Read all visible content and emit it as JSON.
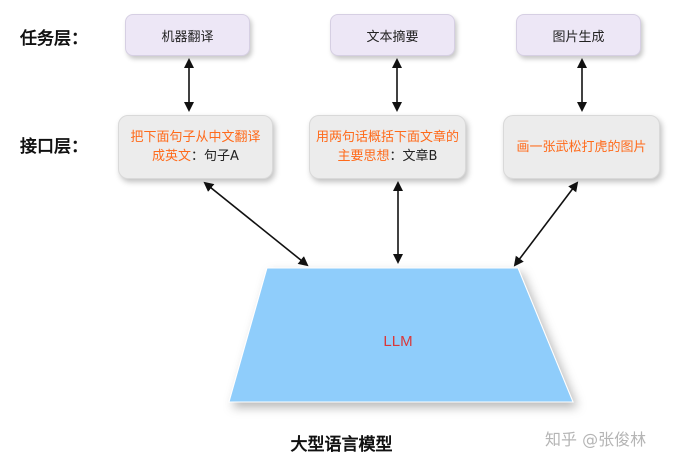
{
  "layers": {
    "task": "任务层：",
    "interface": "接口层："
  },
  "tasks": [
    "机器翻译",
    "文本摘要",
    "图片生成"
  ],
  "interfaces": [
    {
      "line1": "把下面句子从中文翻译",
      "line2_orange": "成英文",
      "line2_black": "：句子A"
    },
    {
      "line1": "用两句话概括下面文章的",
      "line2_orange": "主要思想",
      "line2_black": "：文章B"
    },
    {
      "line1": "画一张武松打虎的图片",
      "line2_orange": "",
      "line2_black": ""
    }
  ],
  "model": {
    "label": "LLM",
    "caption": "大型语言模型",
    "fill": "#8fcdfb",
    "label_color": "#d9383a"
  },
  "watermark": "知乎 @张俊林",
  "colors": {
    "task_fill": "#ede7f6",
    "interface_fill": "#ececec",
    "interface_text": "#ff6a1a"
  }
}
